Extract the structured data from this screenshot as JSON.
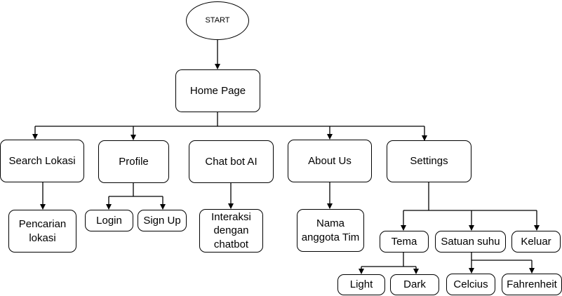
{
  "nodes": {
    "start": "START",
    "home": "Home Page",
    "search": "Search Lokasi",
    "profile": "Profile",
    "chatbot": "Chat bot AI",
    "about": "About Us",
    "settings": "Settings",
    "pencarian": "Pencarian\nlokasi",
    "login": "Login",
    "signup": "Sign Up",
    "interaksi": "Interaksi\ndengan\nchatbot",
    "nama": "Nama\nanggota Tim",
    "tema": "Tema",
    "satuan": "Satuan suhu",
    "keluar": "Keluar",
    "light": "Light",
    "dark": "Dark",
    "celcius": "Celcius",
    "fahrenheit": "Fahrenheit"
  }
}
